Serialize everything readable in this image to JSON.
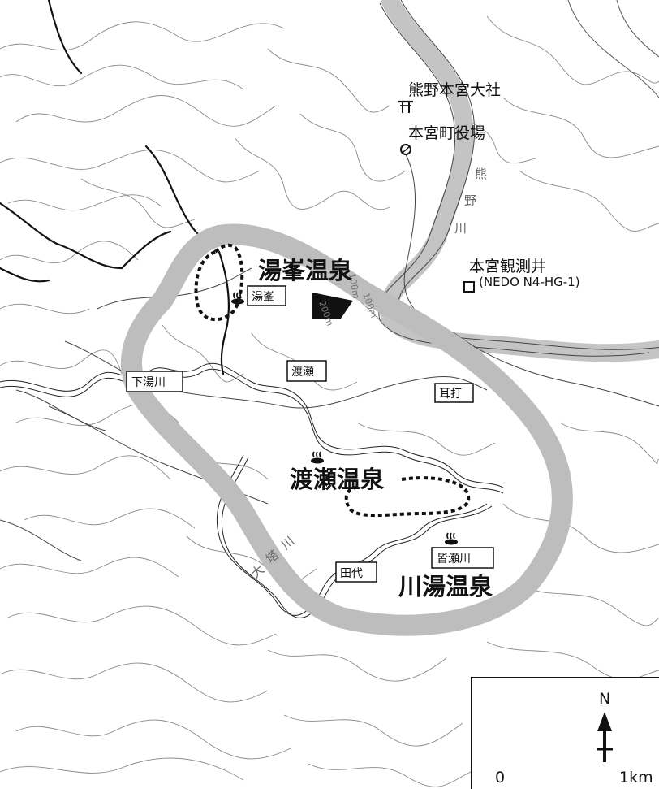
{
  "map": {
    "labels": {
      "hongu_taisha": "熊野本宮大社",
      "town_office": "本宮町役場",
      "yunomine_onsen": "湯峯温泉",
      "watarase_onsen": "渡瀬温泉",
      "kawayu_onsen": "川湯温泉",
      "well": "本宮観測井",
      "well_code": "(NEDO N4-HG-1)"
    },
    "boxed_labels": {
      "yunomine": "湯峯",
      "shimoyukawa": "下湯川",
      "watarase": "渡瀬",
      "mimiuchi": "耳打",
      "tashiro": "田代",
      "minasegawa": "皆瀬川"
    },
    "rivers": {
      "kumano_1": "熊",
      "kumano_2": "野",
      "kumano_3": "川",
      "otou_1": "大",
      "otou_2": "塔",
      "otou_3": "川"
    },
    "contour_labels": {
      "c100": "100m",
      "c200": "200m"
    },
    "north_arrow": "N",
    "scale_bar": {
      "start": "0",
      "end": "1km"
    },
    "colors": {
      "hot_spring_zone": "#bdbdbd",
      "kumano_river": "#c4c4c4",
      "contour": "#8a8a8a",
      "text": "#111111"
    }
  }
}
